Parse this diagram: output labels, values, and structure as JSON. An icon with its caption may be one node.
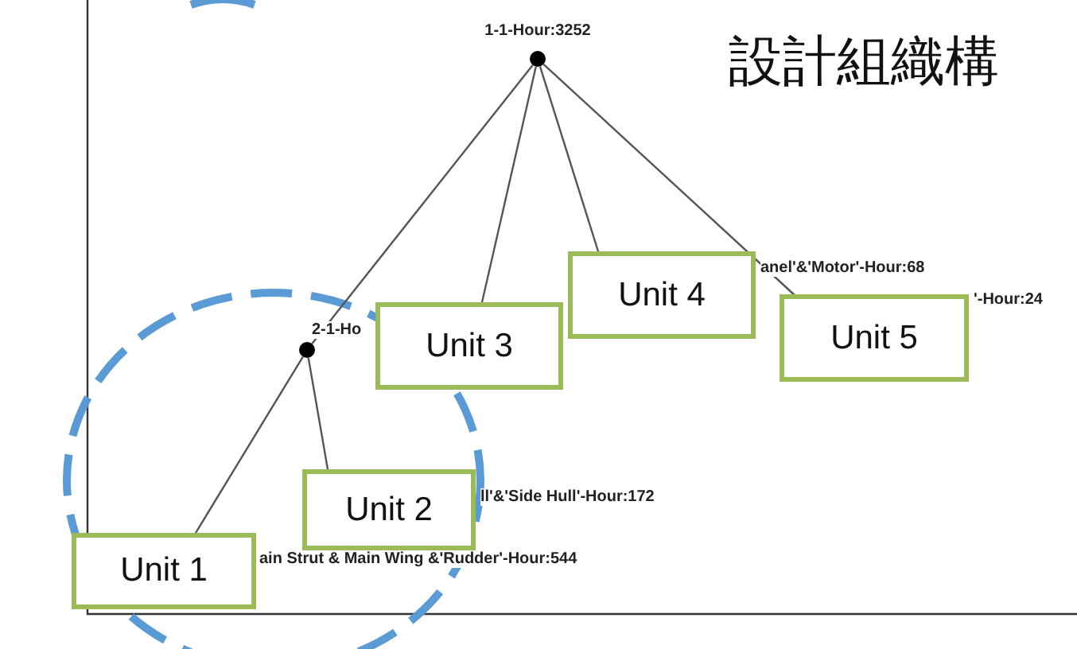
{
  "diagram": {
    "nodes": [
      {
        "text": [],
        "shape": "circle",
        "beside": [
          "1-1-Hour:3252"
        ]
      },
      {
        "text": [],
        "shape": "circle",
        "beside": [
          "2-1-Ho"
        ]
      },
      {
        "text": [
          "Unit 1"
        ]
      },
      {
        "text": [
          "Unit 2"
        ]
      },
      {
        "text": [
          "Unit 3"
        ]
      },
      {
        "text": [
          "Unit 4"
        ]
      },
      {
        "text": [
          "Unit 5"
        ]
      }
    ],
    "edges": [
      {
        "from": 0,
        "to": 1,
        "arrow": "none"
      },
      {
        "from": 0,
        "to": 4,
        "arrow": "none"
      },
      {
        "from": 0,
        "to": 5,
        "arrow": "none"
      },
      {
        "from": 0,
        "to": 6,
        "arrow": "none"
      },
      {
        "from": 1,
        "to": 2,
        "arrow": "none"
      },
      {
        "from": 1,
        "to": 3,
        "arrow": "none"
      }
    ],
    "labels": [
      "設計組織構",
      "anel'&'Motor'-Hour:68",
      "'-Hour:24",
      "ll'&'Side Hull'-Hour:172",
      "ain Strut & Main Wing &'Rudder'-Hour:544"
    ]
  }
}
